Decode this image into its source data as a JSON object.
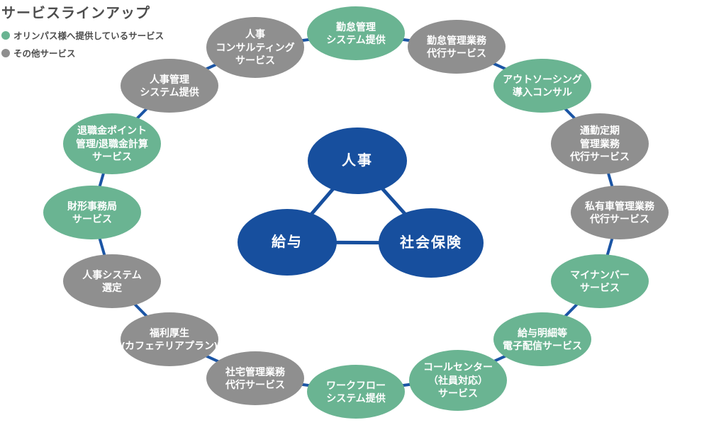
{
  "title": "サービスラインアップ",
  "legend": {
    "items": [
      {
        "label": "オリンパス様へ提供しているサービス",
        "type": "provided",
        "color": "#6ab492"
      },
      {
        "label": "その他サービス",
        "type": "other",
        "color": "#8f8f8f"
      }
    ]
  },
  "colors": {
    "provided": "#6ab492",
    "other": "#8f8f8f",
    "core": "#174f9e",
    "connector": "#1b55a5",
    "text": "#4d4d4d",
    "node_text": "#ffffff"
  },
  "core": {
    "nodes": [
      {
        "id": "jinji",
        "label": "人事"
      },
      {
        "id": "kyuyo",
        "label": "給与"
      },
      {
        "id": "shakai-hoken",
        "label": "社会保険"
      }
    ]
  },
  "ring": {
    "nodes": [
      {
        "label": "勤怠管理\nシステム提供",
        "type": "provided"
      },
      {
        "label": "勤怠管理業務\n代行サービス",
        "type": "other"
      },
      {
        "label": "アウトソーシング\n導入コンサル",
        "type": "provided"
      },
      {
        "label": "通勤定期\n管理業務\n代行サービス",
        "type": "other"
      },
      {
        "label": "私有車管理業務\n代行サービス",
        "type": "other"
      },
      {
        "label": "マイナンバー\nサービス",
        "type": "provided"
      },
      {
        "label": "給与明細等\n電子配信サービス",
        "type": "provided"
      },
      {
        "label": "コールセンター\n（社員対応）\nサービス",
        "type": "provided"
      },
      {
        "label": "ワークフロー\nシステム提供",
        "type": "provided"
      },
      {
        "label": "社宅管理業務\n代行サービス",
        "type": "other"
      },
      {
        "label": "福利厚生\n(カフェテリアプラン)",
        "type": "other"
      },
      {
        "label": "人事システム\n選定",
        "type": "other"
      },
      {
        "label": "財形事務局\nサービス",
        "type": "provided"
      },
      {
        "label": "退職金ポイント\n管理/退職金計算\nサービス",
        "type": "provided"
      },
      {
        "label": "人事管理\nシステム提供",
        "type": "other"
      },
      {
        "label": "人事\nコンサルティング\nサービス",
        "type": "other"
      }
    ]
  }
}
